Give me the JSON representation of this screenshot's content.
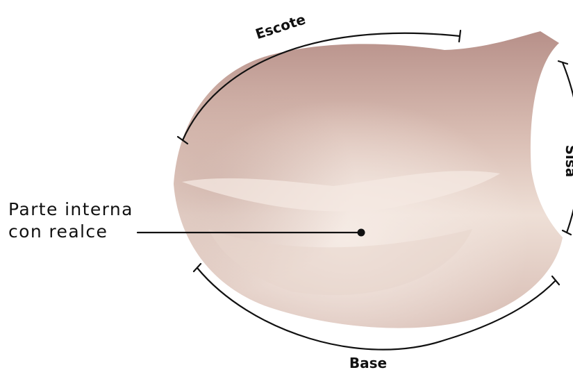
{
  "labels": {
    "neckline": "Escote",
    "armhole": "Sisa",
    "base": "Base",
    "callout_line1": "Parte interna",
    "callout_line2": "con realce"
  },
  "colors": {
    "pad_light": "#efe1d8",
    "pad_mid": "#d8bab0",
    "pad_dark": "#b38f88",
    "lines": "#111111",
    "background": "#ffffff"
  }
}
